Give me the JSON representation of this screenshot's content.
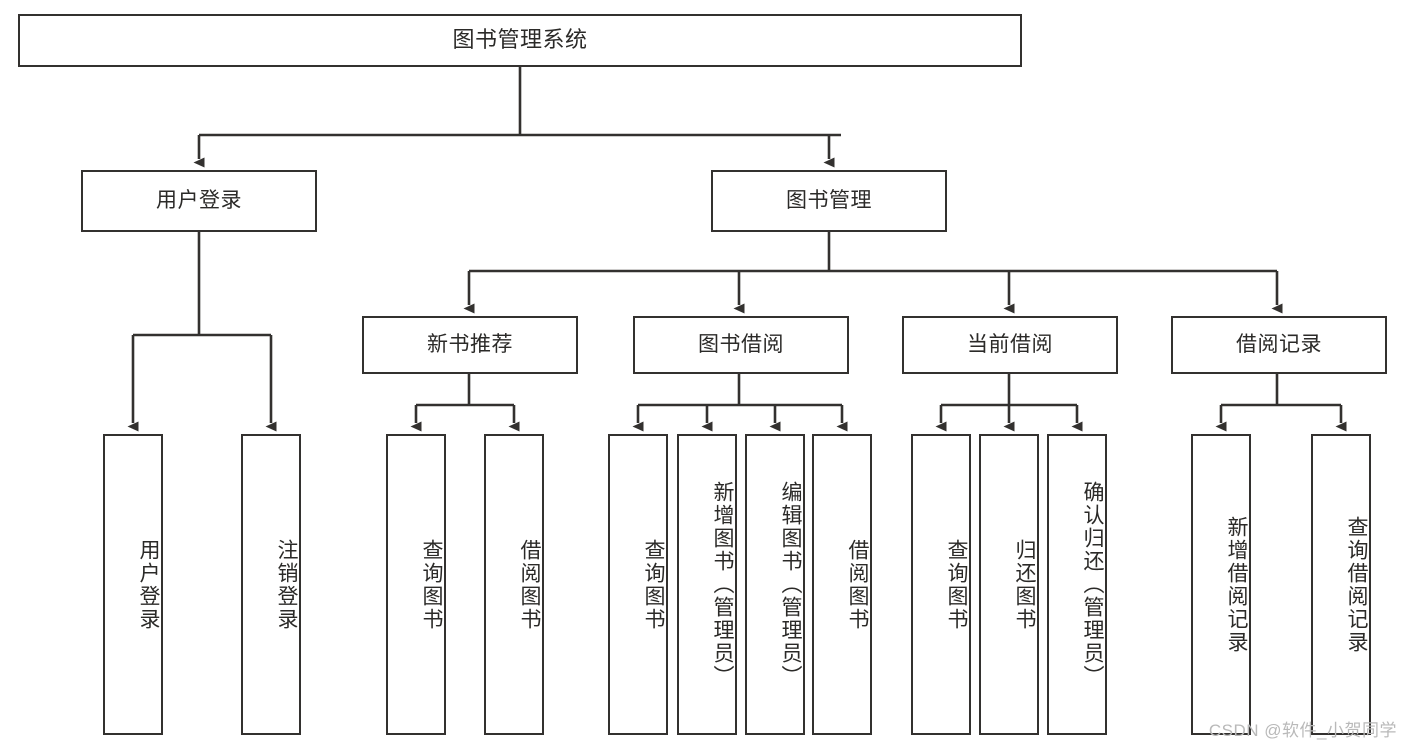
{
  "diagram": {
    "title": "图书管理系统",
    "root": {
      "label": "图书管理系统"
    },
    "level2": [
      {
        "label": "用户登录"
      },
      {
        "label": "图书管理"
      }
    ],
    "level3": [
      {
        "label": "新书推荐"
      },
      {
        "label": "图书借阅"
      },
      {
        "label": "当前借阅"
      },
      {
        "label": "借阅记录"
      }
    ],
    "leaves": {
      "user_login": [
        {
          "label": "用户登录"
        },
        {
          "label": "注销登录"
        }
      ],
      "new_book_recommend": [
        {
          "label": "查询图书"
        },
        {
          "label": "借阅图书"
        }
      ],
      "book_borrow": [
        {
          "label": "查询图书"
        },
        {
          "label": "新增图书（管理员）"
        },
        {
          "label": "编辑图书（管理员）"
        },
        {
          "label": "借阅图书"
        }
      ],
      "current_borrow": [
        {
          "label": "查询图书"
        },
        {
          "label": "归还图书"
        },
        {
          "label": "确认归还（管理员）"
        }
      ],
      "borrow_records": [
        {
          "label": "新增借阅记录"
        },
        {
          "label": "查询借阅记录"
        }
      ]
    },
    "watermark": "CSDN @软件_小贺同学",
    "colors": {
      "stroke": "#33312f",
      "text": "#2b2a28",
      "background": "#ffffff",
      "watermark": "#b9b9b9"
    }
  }
}
